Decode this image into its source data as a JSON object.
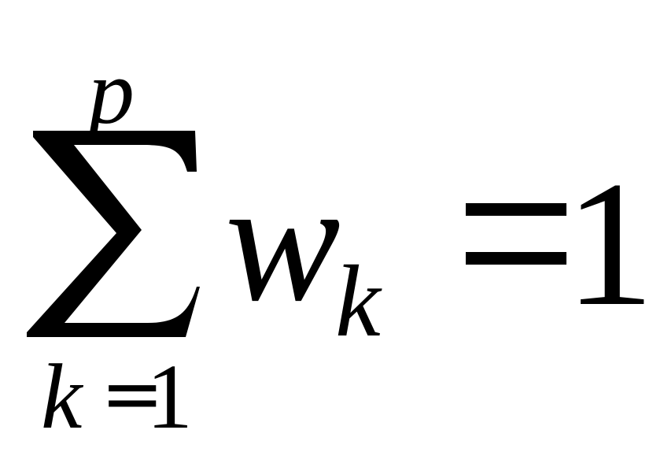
{
  "formula": {
    "upper_limit": "p",
    "lower_limit_var": "k",
    "lower_limit_eq": "=",
    "lower_limit_val": "1",
    "operator": "∑",
    "summand_var": "w",
    "summand_sub": "k",
    "relation": "=",
    "rhs": "1"
  }
}
